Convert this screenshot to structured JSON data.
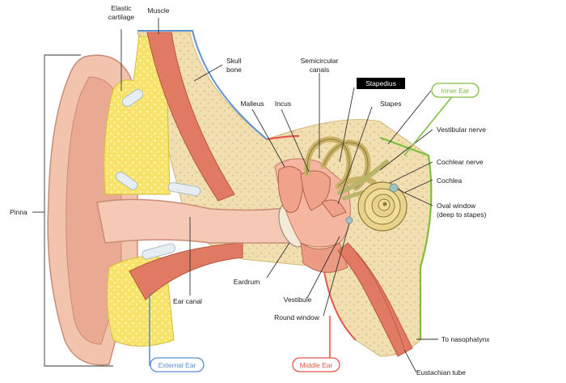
{
  "labels": {
    "elastic_cartilage_1": "Elastic",
    "elastic_cartilage_2": "cartilage",
    "muscle": "Muscle",
    "skull_bone_1": "Skull",
    "skull_bone_2": "bone",
    "semicircular_1": "Semicircular",
    "semicircular_2": "canals",
    "stapedius": "Stapedius",
    "malleus": "Malleus",
    "incus": "Incus",
    "stapes": "Stapes",
    "inner_ear": "Inner Ear",
    "vestibular_nerve": "Vestibular nerve",
    "cochlear_nerve": "Cochlear nerve",
    "cochlea": "Cochlea",
    "oval_window_1": "Oval window",
    "oval_window_2": "(deep to stapes)",
    "pinna": "Pinna",
    "eardrum": "Eardrum",
    "vestibule": "Vestibule",
    "round_window": "Round window",
    "ear_canal": "Ear canal",
    "to_nasopharynx": "To nasophatynx",
    "external_ear": "External Ear",
    "middle_ear": "Middle Ear",
    "eustachian_tube": "Eustachian tube"
  },
  "colors": {
    "skin": "#f2c4ae",
    "skin_dark": "#e49e86",
    "cartilage": "#f7e36a",
    "bone": "#f1dfb2",
    "bone_dots": "#dcc48a",
    "muscle": "#e07a62",
    "canal": "#f6c9b6",
    "ossicles": "#f0a28a",
    "inner_ear": "#c9b167",
    "nerve": "#b9b56a",
    "external_accent": "#5b8fd6",
    "middle_accent": "#e5564b",
    "inner_accent": "#7cbf3f",
    "stapedius_bg": "#000000"
  }
}
